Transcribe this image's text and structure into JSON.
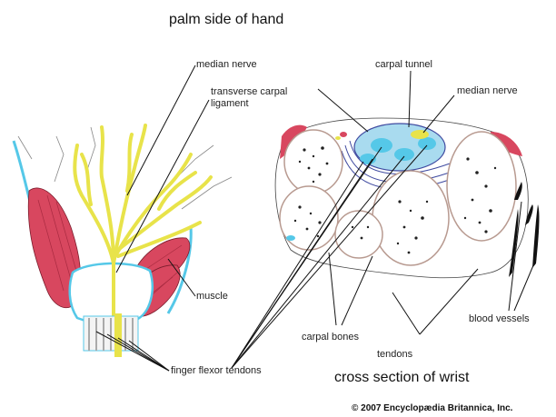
{
  "titles": {
    "palm": "palm side of hand",
    "cross": "cross section of wrist"
  },
  "labels": {
    "median_nerve_left": "median nerve",
    "transverse_carpal_line1": "transverse carpal",
    "transverse_carpal_line2": "ligament",
    "muscle": "muscle",
    "finger_flexor_tendons": "finger flexor tendons",
    "carpal_tunnel": "carpal tunnel",
    "median_nerve_right": "median nerve",
    "carpal_bones": "carpal bones",
    "tendons": "tendons",
    "blood_vessels": "blood vessels"
  },
  "credit": "© 2007 Encyclopædia Britannica, Inc.",
  "colors": {
    "nerve": "#e8e34a",
    "muscle": "#d8475f",
    "ligament_blue": "#55c8e8",
    "tunnel_blue": "#a9dbef",
    "bone_outline": "#b89a90",
    "vessel": "#111111",
    "leader": "#111111"
  }
}
